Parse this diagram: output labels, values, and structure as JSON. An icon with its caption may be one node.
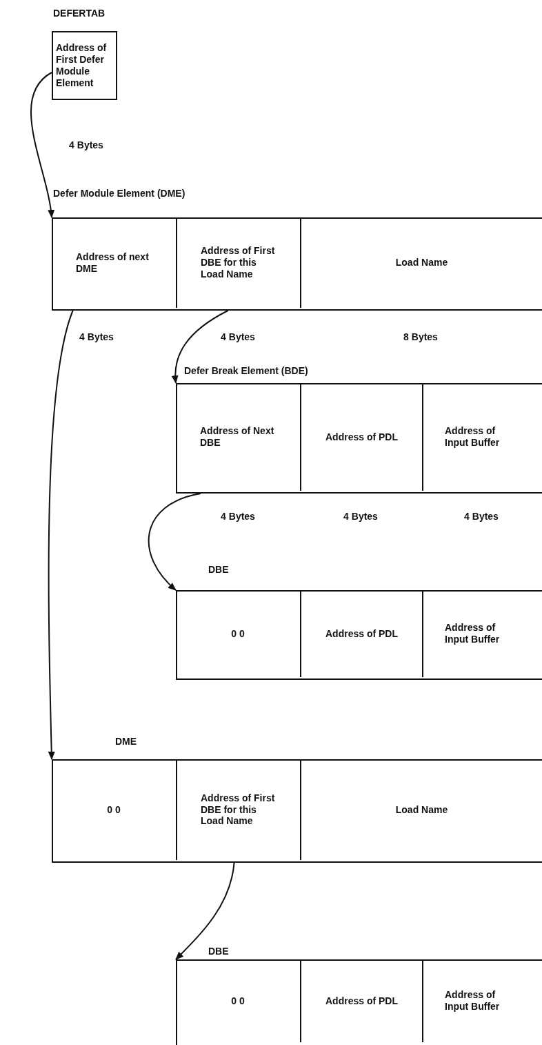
{
  "diagram": {
    "nodes": [
      {
        "text": [
          "DEFERTAB",
          "Address of First Defer Module Element"
        ]
      },
      {
        "text": [
          "Defer Module Element (DME)"
        ]
      },
      {
        "text": [
          "Address of next DME"
        ],
        "in": 1
      },
      {
        "text": [
          "Address of First DBE for this Load Name"
        ],
        "in": 1
      },
      {
        "text": [
          "Load Name"
        ],
        "in": 1
      },
      {
        "text": [
          "Defer Break Element (BDE)"
        ]
      },
      {
        "text": [
          "Address of Next DBE"
        ],
        "in": 5
      },
      {
        "text": [
          "Address of PDL"
        ],
        "in": 5
      },
      {
        "text": [
          "Address of Input Buffer"
        ],
        "in": 5
      },
      {
        "text": [
          "DBE"
        ]
      },
      {
        "text": [
          "0 0"
        ],
        "in": 9
      },
      {
        "text": [
          "Address of PDL"
        ],
        "in": 9
      },
      {
        "text": [
          "Address of Input Buffer"
        ],
        "in": 9
      },
      {
        "text": [
          "DME"
        ]
      },
      {
        "text": [
          "0 0"
        ],
        "in": 13
      },
      {
        "text": [
          "Address of First DBE for this Load Name"
        ],
        "in": 13
      },
      {
        "text": [
          "Load Name"
        ],
        "in": 13
      },
      {
        "text": [
          "DBE"
        ]
      },
      {
        "text": [
          "0 0"
        ],
        "in": 17
      },
      {
        "text": [
          "Address of PDL"
        ],
        "in": 17
      },
      {
        "text": [
          "Address of Input Buffer"
        ],
        "in": 17
      }
    ],
    "edges": [
      {
        "from": 0,
        "to": 1,
        "arrow": "to"
      },
      {
        "from": 2,
        "to": 13,
        "arrow": "to"
      },
      {
        "from": 3,
        "to": 5,
        "arrow": "to"
      },
      {
        "from": 6,
        "to": 9,
        "arrow": "to"
      },
      {
        "from": 15,
        "to": 17,
        "arrow": "to"
      }
    ],
    "labels": [
      "4 Bytes",
      "4 Bytes",
      "4 Bytes",
      "8 Bytes",
      "4 Bytes",
      "4 Bytes",
      "4 Bytes"
    ]
  }
}
